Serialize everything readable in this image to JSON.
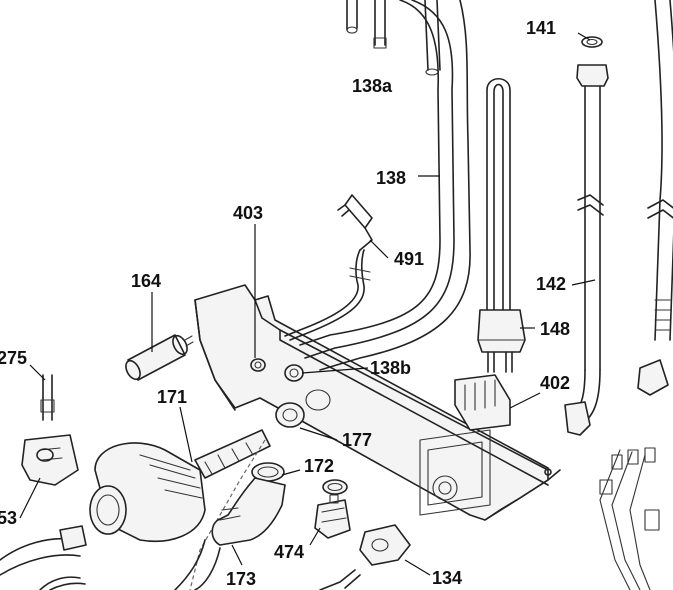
{
  "diagram": {
    "labels": [
      {
        "key": "l138a",
        "text": "138a"
      },
      {
        "key": "l141",
        "text": "141"
      },
      {
        "key": "l138",
        "text": "138"
      },
      {
        "key": "l403",
        "text": "403"
      },
      {
        "key": "l491",
        "text": "491"
      },
      {
        "key": "l164",
        "text": "164"
      },
      {
        "key": "l142",
        "text": "142"
      },
      {
        "key": "l148",
        "text": "148"
      },
      {
        "key": "l275",
        "text": "275"
      },
      {
        "key": "l138b",
        "text": "138b"
      },
      {
        "key": "l171",
        "text": "171"
      },
      {
        "key": "l402",
        "text": "402"
      },
      {
        "key": "l177",
        "text": "177"
      },
      {
        "key": "l172",
        "text": "172"
      },
      {
        "key": "l53",
        "text": "53"
      },
      {
        "key": "l474",
        "text": "474"
      },
      {
        "key": "l173",
        "text": "173"
      },
      {
        "key": "l134",
        "text": "134"
      }
    ]
  }
}
